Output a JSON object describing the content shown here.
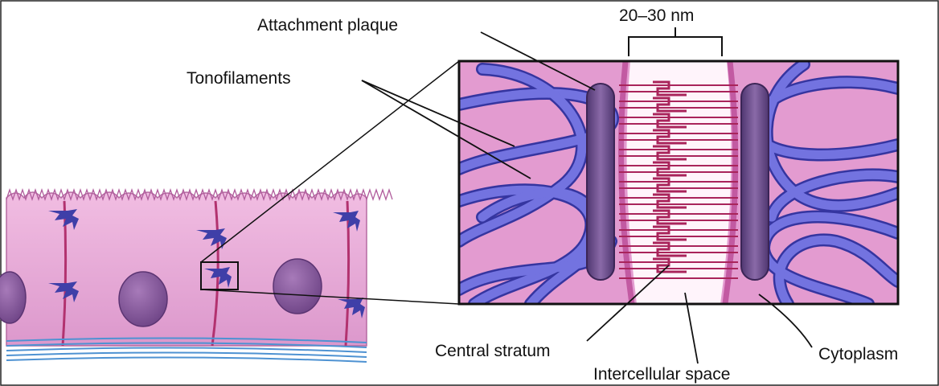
{
  "labels": {
    "attachment_plaque": "Attachment plaque",
    "tonofilaments": "Tonofilaments",
    "width": "20–30 nm",
    "central_stratum": "Central stratum",
    "intercellular_space": "Intercellular space",
    "cytoplasm": "Cytoplasm"
  },
  "colors": {
    "tissue": "#e7a9d6",
    "tissue_dark": "#c77ab5",
    "filament": "#6f6fd8",
    "filament_edge": "#3a3aa8",
    "plaque": "#6a4d86",
    "linker": "#b0285f",
    "basement": "#5aa0d8",
    "nucleus": "#8a5a9e"
  }
}
